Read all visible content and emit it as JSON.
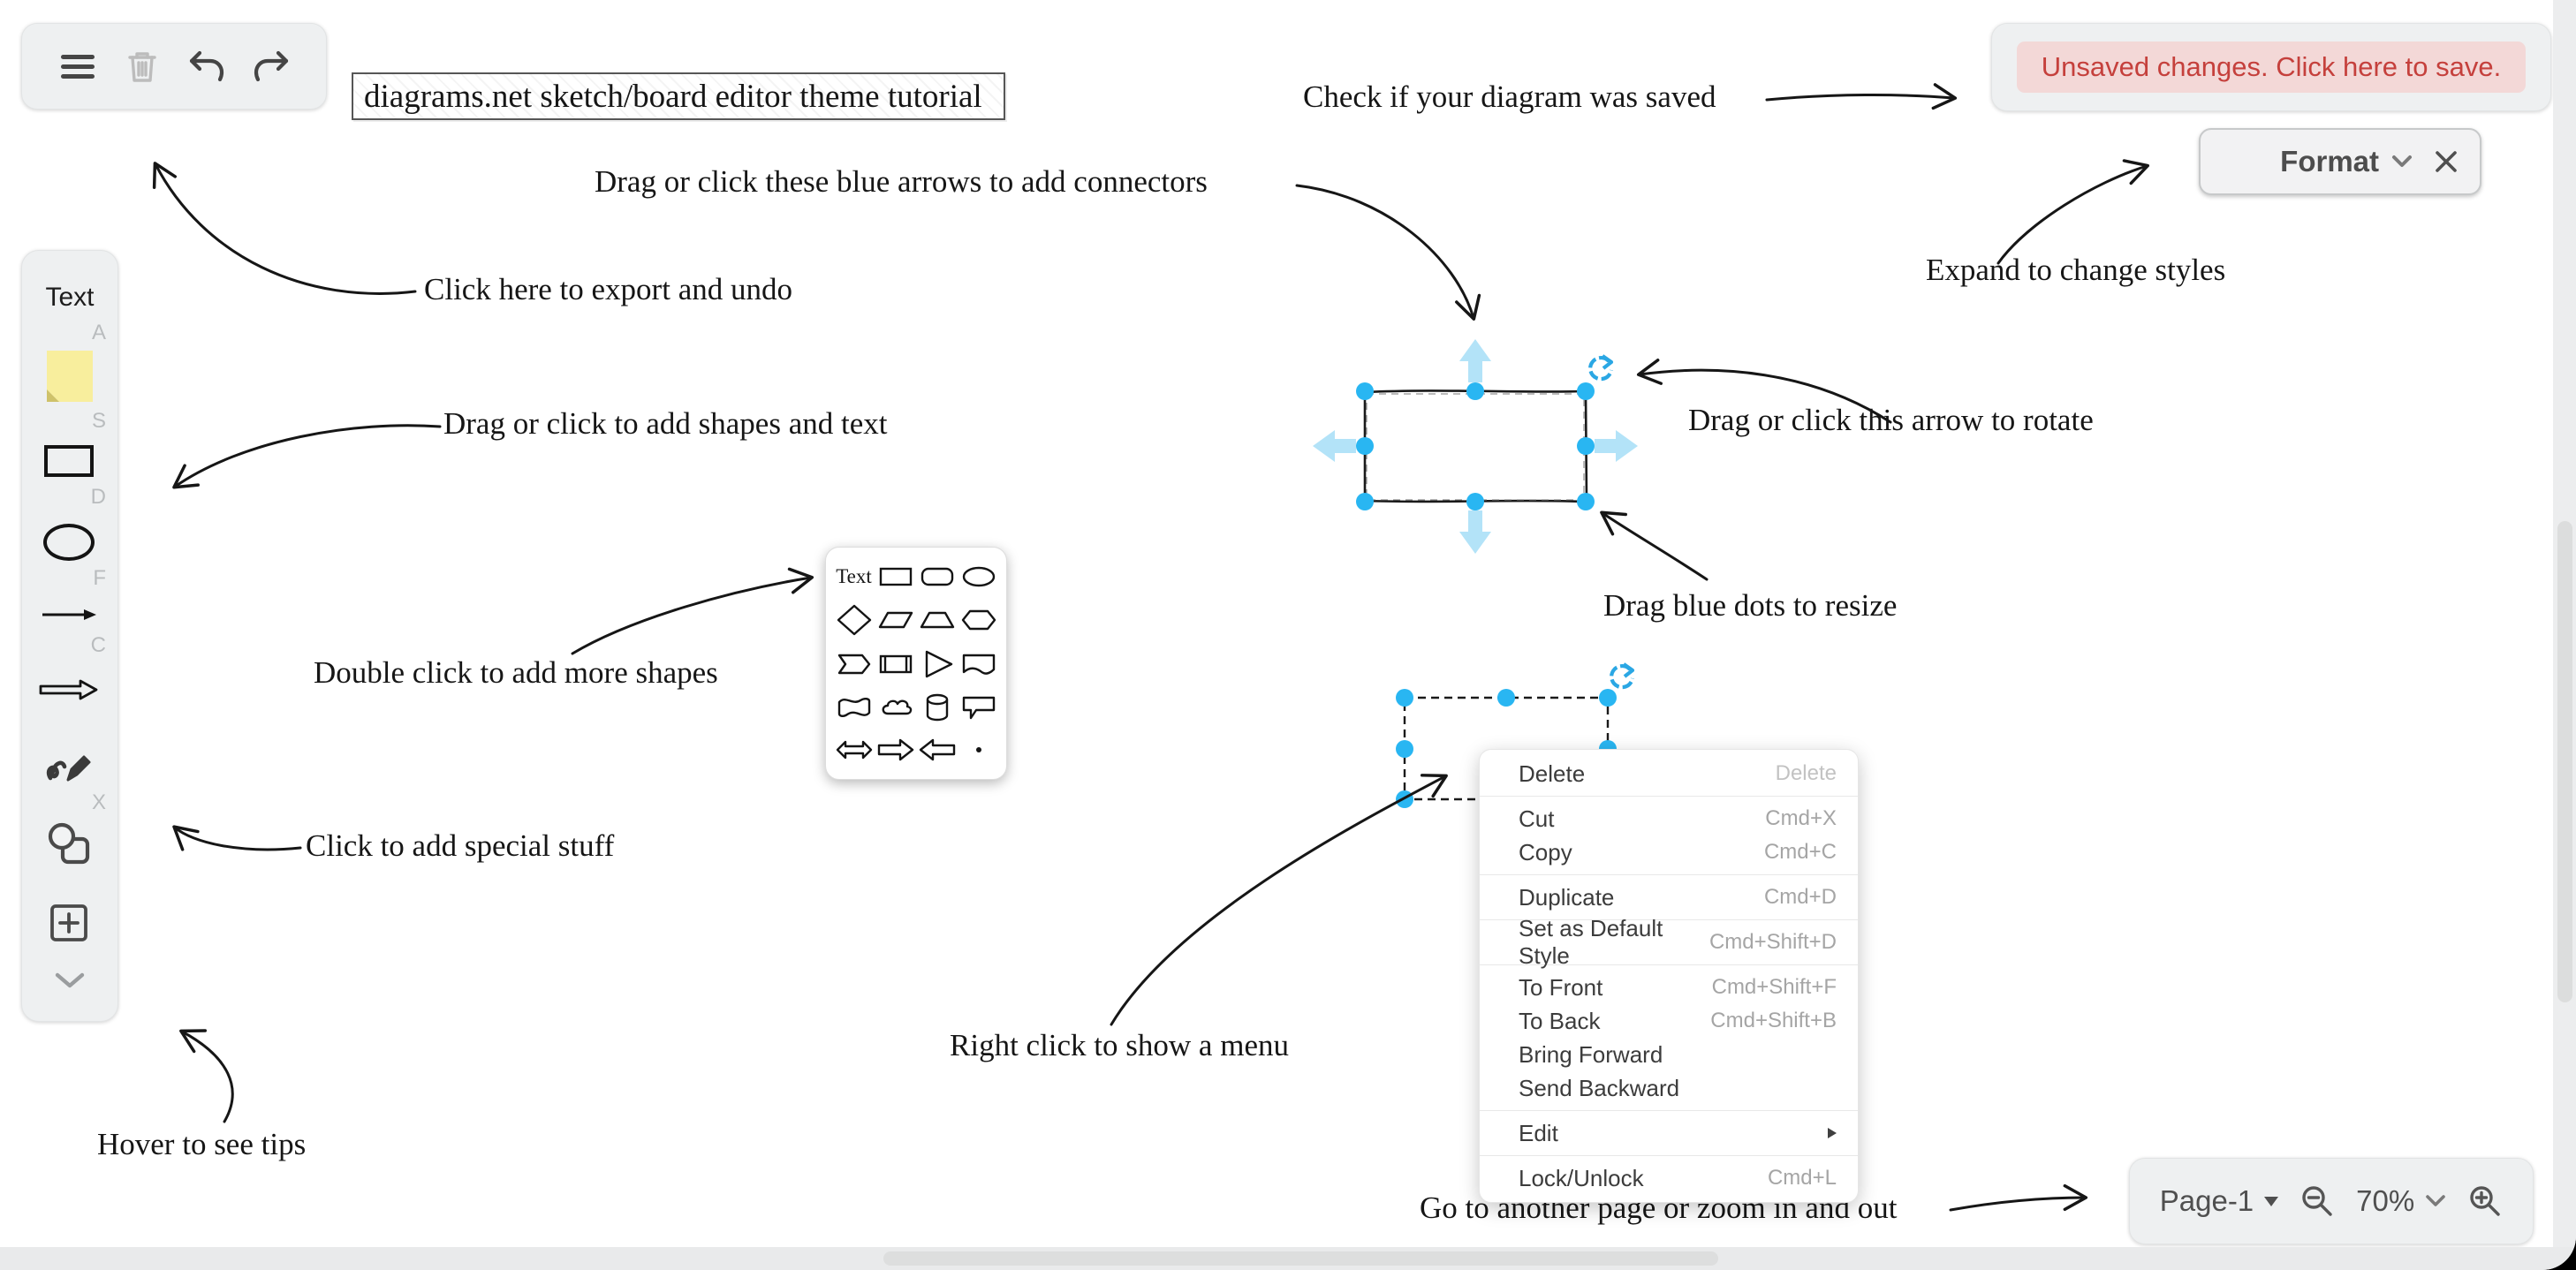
{
  "title_box": {
    "value": "diagrams.net sketch/board editor theme tutorial"
  },
  "save_banner": {
    "text": "Unsaved changes. Click here to save."
  },
  "format_panel": {
    "label": "Format"
  },
  "toolbar": {
    "icons": [
      "menu",
      "delete",
      "undo",
      "redo"
    ]
  },
  "sidebar": {
    "items": [
      {
        "name": "text",
        "label": "Text",
        "shortcut": "A"
      },
      {
        "name": "note",
        "shortcut": "S"
      },
      {
        "name": "rectangle",
        "shortcut": "D"
      },
      {
        "name": "ellipse",
        "shortcut": "F"
      },
      {
        "name": "line-arrow",
        "shortcut": "C"
      },
      {
        "name": "block-arrow",
        "shortcut": ""
      },
      {
        "name": "freehand",
        "shortcut": "X"
      },
      {
        "name": "shapes",
        "shortcut": ""
      },
      {
        "name": "insert",
        "shortcut": ""
      },
      {
        "name": "more",
        "shortcut": ""
      }
    ]
  },
  "shape_picker": {
    "label": "Text"
  },
  "annotations": {
    "export_undo": "Click here to export and undo",
    "connectors": "Drag or click these blue arrows to add connectors",
    "saved": "Check if your diagram was saved",
    "expand_styles": "Expand to change styles",
    "shapes_text": "Drag or click to add shapes and text",
    "rotate": "Drag or click this arrow to rotate",
    "resize": "Drag blue dots to resize",
    "more_shapes": "Double click to add more shapes",
    "special": "Click to add special stuff",
    "context_menu": "Right click to show a menu",
    "hover_tips": "Hover to see tips",
    "pages_zoom": "Go to another page or zoom in and out"
  },
  "context_menu": {
    "groups": [
      [
        {
          "label": "Delete",
          "shortcut": "Delete",
          "light": true
        }
      ],
      [
        {
          "label": "Cut",
          "shortcut": "Cmd+X"
        },
        {
          "label": "Copy",
          "shortcut": "Cmd+C"
        }
      ],
      [
        {
          "label": "Duplicate",
          "shortcut": "Cmd+D"
        }
      ],
      [
        {
          "label": "Set as Default Style",
          "shortcut": "Cmd+Shift+D"
        }
      ],
      [
        {
          "label": "To Front",
          "shortcut": "Cmd+Shift+F"
        },
        {
          "label": "To Back",
          "shortcut": "Cmd+Shift+B"
        },
        {
          "label": "Bring Forward",
          "shortcut": ""
        },
        {
          "label": "Send Backward",
          "shortcut": ""
        }
      ],
      [
        {
          "label": "Edit",
          "shortcut": "",
          "submenu": true
        }
      ],
      [
        {
          "label": "Lock/Unlock",
          "shortcut": "Cmd+L"
        }
      ]
    ]
  },
  "page_controls": {
    "page": "Page-1",
    "zoom": "70%"
  },
  "colors": {
    "handle_blue": "#29b6f2",
    "pale_arrow_blue": "#b3e3f8",
    "unsaved_red": "#c5403c",
    "unsaved_bg": "#f3d8d7",
    "panel_gray": "#eef0f1",
    "note_yellow": "#f8ee9d"
  }
}
